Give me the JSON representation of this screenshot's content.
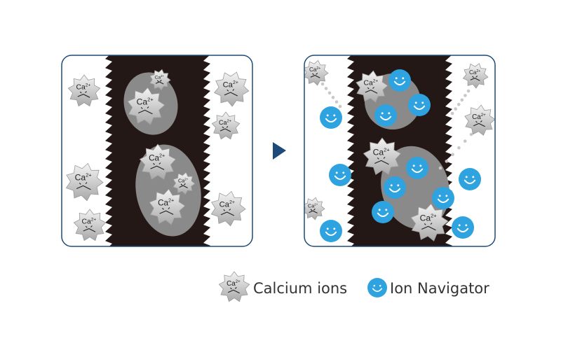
{
  "diagram": {
    "ion_label": "Ca",
    "ion_charge": "2+",
    "legend": {
      "calcium_label": "Calcium ions",
      "navigator_label": "Ion Navigator"
    },
    "colors": {
      "panel_border": "#1d4a78",
      "arrow": "#1d4a78",
      "band": "#231815",
      "cluster": "#8a8a8a",
      "navigator": "#2ea3e0",
      "star": "#d9d9d9"
    }
  }
}
